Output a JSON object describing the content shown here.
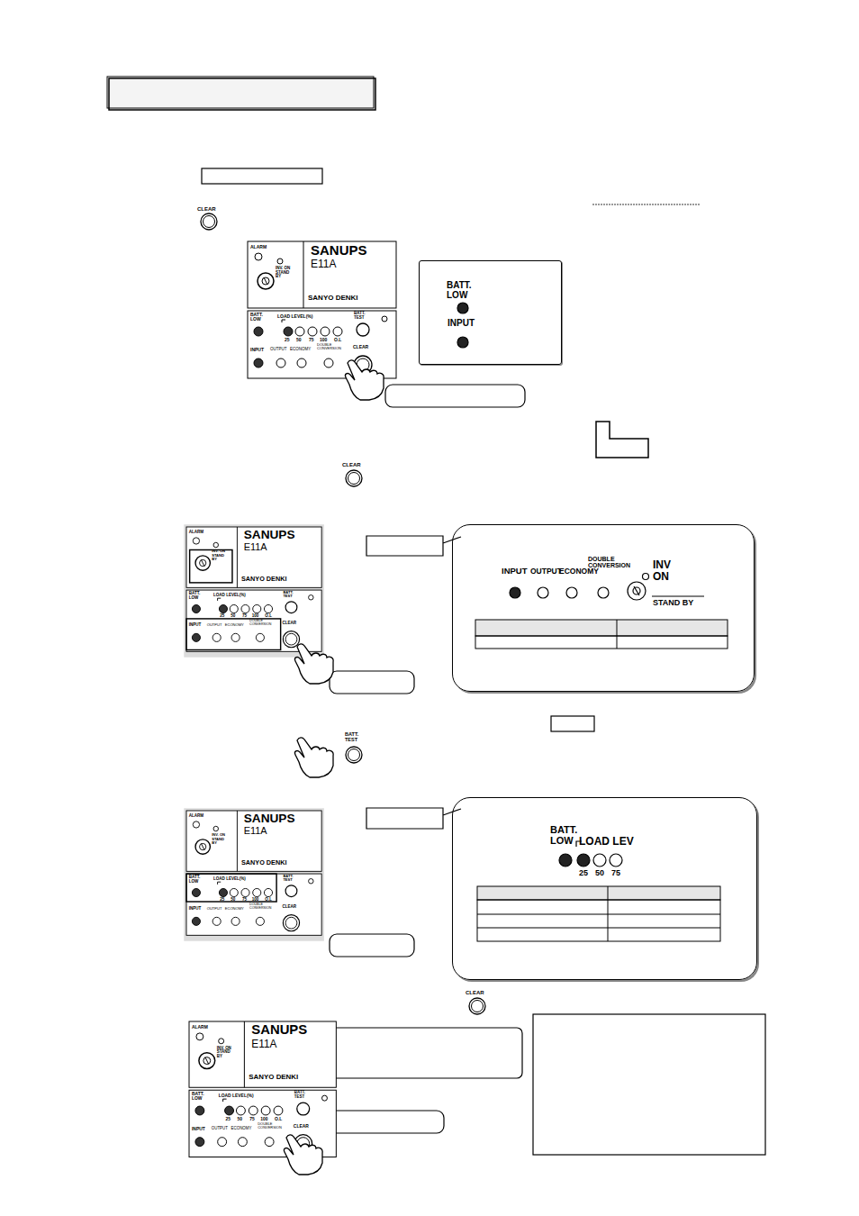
{
  "diagram": {
    "nodes": [
      {
        "text": [
          "BATT. LOW",
          "INPUT"
        ]
      },
      {
        "text": [
          "INPUT",
          "OUTPUT",
          "ECONOMY",
          "DOUBLE CONVERSION",
          "INV ON",
          "STAND BY"
        ]
      },
      {
        "text": [
          "BATT. LOW",
          "LOAD LEV",
          "25",
          "50",
          "75"
        ]
      }
    ],
    "labels": [
      "CLEAR",
      "ALARM",
      "SANUPS",
      "E11A",
      "INV. ON STAND BY",
      "SANYO DENKI",
      "BATT. LOW",
      "LOAD LEVEL(%)",
      "25",
      "50",
      "75",
      "100",
      "O.L",
      "BATT. TEST",
      "INPUT",
      "OUTPUT",
      "ECONOMY",
      "DOUBLE CONVERSION",
      "CLEAR",
      "CLEAR",
      "ALARM",
      "SANUPS",
      "E11A",
      "INV. ON STAND BY",
      "SANYO DENKI",
      "BATT. LOW",
      "LOAD LEVEL(%)",
      "25",
      "50",
      "75",
      "100",
      "O.L",
      "BATT. TEST",
      "INPUT",
      "OUTPUT",
      "ECONOMY",
      "DOUBLE CONVERSION",
      "CLEAR",
      "BATT. TEST",
      "ALARM",
      "SANUPS",
      "E11A",
      "INV. ON STAND BY",
      "SANYO DENKI",
      "BATT. LOW",
      "LOAD LEVEL(%)",
      "25",
      "50",
      "75",
      "100",
      "O.L",
      "BATT. TEST",
      "INPUT",
      "OUTPUT",
      "ECONOMY",
      "DOUBLE CONVERSION",
      "CLEAR",
      "CLEAR",
      "ALARM",
      "SANUPS",
      "E11A",
      "INV. ON STAND BY",
      "SANYO DENKI",
      "BATT. LOW",
      "LOAD LEVEL(%)",
      "25",
      "50",
      "75",
      "100",
      "O.L",
      "BATT. TEST",
      "INPUT",
      "OUTPUT",
      "ECONOMY",
      "DOUBLE CONVERSION",
      "CLEAR"
    ]
  }
}
